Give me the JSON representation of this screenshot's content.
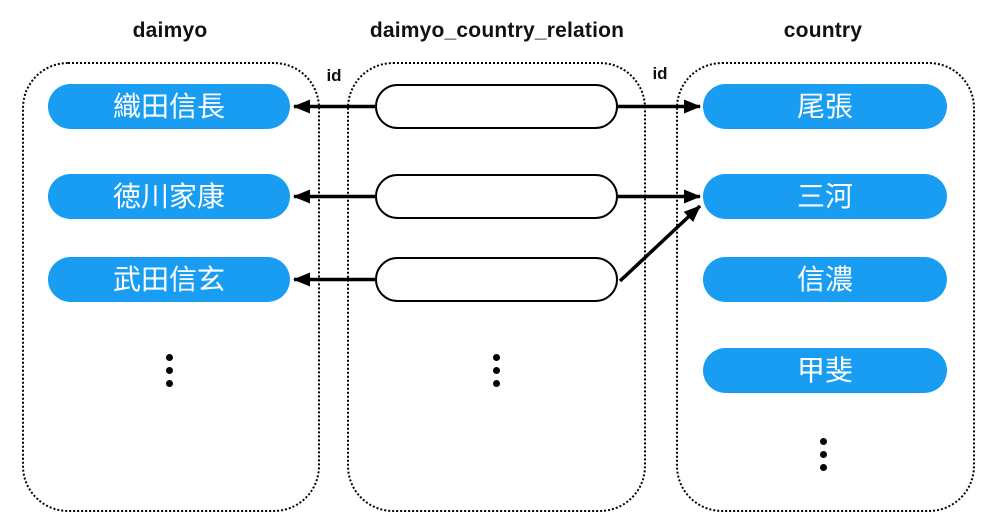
{
  "tables": {
    "daimyo": {
      "title": "daimyo",
      "rows": [
        "織田信長",
        "徳川家康",
        "武田信玄"
      ],
      "has_more_rows": true
    },
    "relation": {
      "title": "daimyo_country_relation",
      "rows": [
        "",
        "",
        ""
      ],
      "has_more_rows": true
    },
    "country": {
      "title": "country",
      "rows": [
        "尾張",
        "三河",
        "信濃",
        "甲斐"
      ],
      "has_more_rows": true
    }
  },
  "labels": {
    "daimyo_fk": "id",
    "country_fk": "id"
  },
  "edges": [
    {
      "relation_row": 0,
      "daimyo": "織田信長",
      "country": "尾張"
    },
    {
      "relation_row": 1,
      "daimyo": "徳川家康",
      "country": "三河"
    },
    {
      "relation_row": 2,
      "daimyo": "武田信玄",
      "country": "三河"
    }
  ],
  "icons": {
    "more_rows": "vertical-ellipsis-dots",
    "link": "black-arrow"
  },
  "colors": {
    "entity_pill": "#189DF2",
    "entity_pill_text": "#FFFFFF",
    "line": "#000000",
    "background": "#FFFFFF"
  }
}
